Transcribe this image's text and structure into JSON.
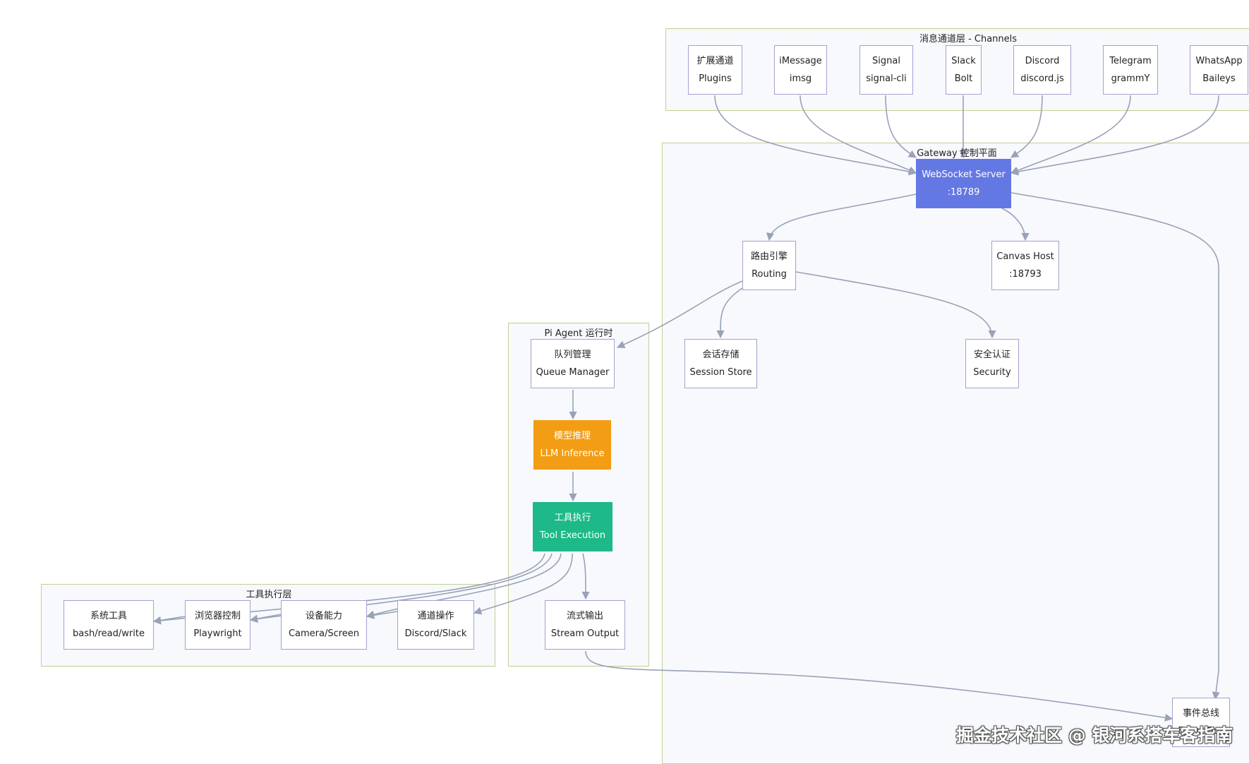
{
  "clusters": {
    "channels": "消息通道层 - Channels",
    "gateway": "Gateway 控制平面",
    "agent": "Pi Agent 运行时",
    "tools": "工具执行层"
  },
  "nodes": {
    "plugins": {
      "l1": "扩展通道",
      "l2": "Plugins"
    },
    "imessage": {
      "l1": "iMessage",
      "l2": "imsg"
    },
    "signal": {
      "l1": "Signal",
      "l2": "signal-cli"
    },
    "slack": {
      "l1": "Slack",
      "l2": "Bolt"
    },
    "discord": {
      "l1": "Discord",
      "l2": "discord.js"
    },
    "telegram": {
      "l1": "Telegram",
      "l2": "grammY"
    },
    "whatsapp": {
      "l1": "WhatsApp",
      "l2": "Baileys"
    },
    "websocket": {
      "l1": "WebSocket Server",
      "l2": ":18789"
    },
    "routing": {
      "l1": "路由引擎",
      "l2": "Routing"
    },
    "canvas": {
      "l1": "Canvas Host",
      "l2": ":18793"
    },
    "session": {
      "l1": "会话存储",
      "l2": "Session Store"
    },
    "security": {
      "l1": "安全认证",
      "l2": "Security"
    },
    "queue": {
      "l1": "队列管理",
      "l2": "Queue Manager"
    },
    "llm": {
      "l1": "模型推理",
      "l2": "LLM Inference"
    },
    "toolexec": {
      "l1": "工具执行",
      "l2": "Tool Execution"
    },
    "stream": {
      "l1": "流式输出",
      "l2": "Stream Output"
    },
    "eventbus": {
      "l1": "事件总线",
      "l2": "Event Bus"
    },
    "systools": {
      "l1": "系统工具",
      "l2": "bash/read/write"
    },
    "browser": {
      "l1": "浏览器控制",
      "l2": "Playwright"
    },
    "device": {
      "l1": "设备能力",
      "l2": "Camera/Screen"
    },
    "channelop": {
      "l1": "通道操作",
      "l2": "Discord/Slack"
    }
  },
  "watermark": "掘金技术社区 @ 银河系搭车客指南",
  "colors": {
    "websocket": "#6478e4",
    "llm": "#f29d14",
    "toolexec": "#1db988",
    "edge": "#98a2b8",
    "cluster_border": "#c3cf94",
    "node_border": "#a7a0cf"
  }
}
